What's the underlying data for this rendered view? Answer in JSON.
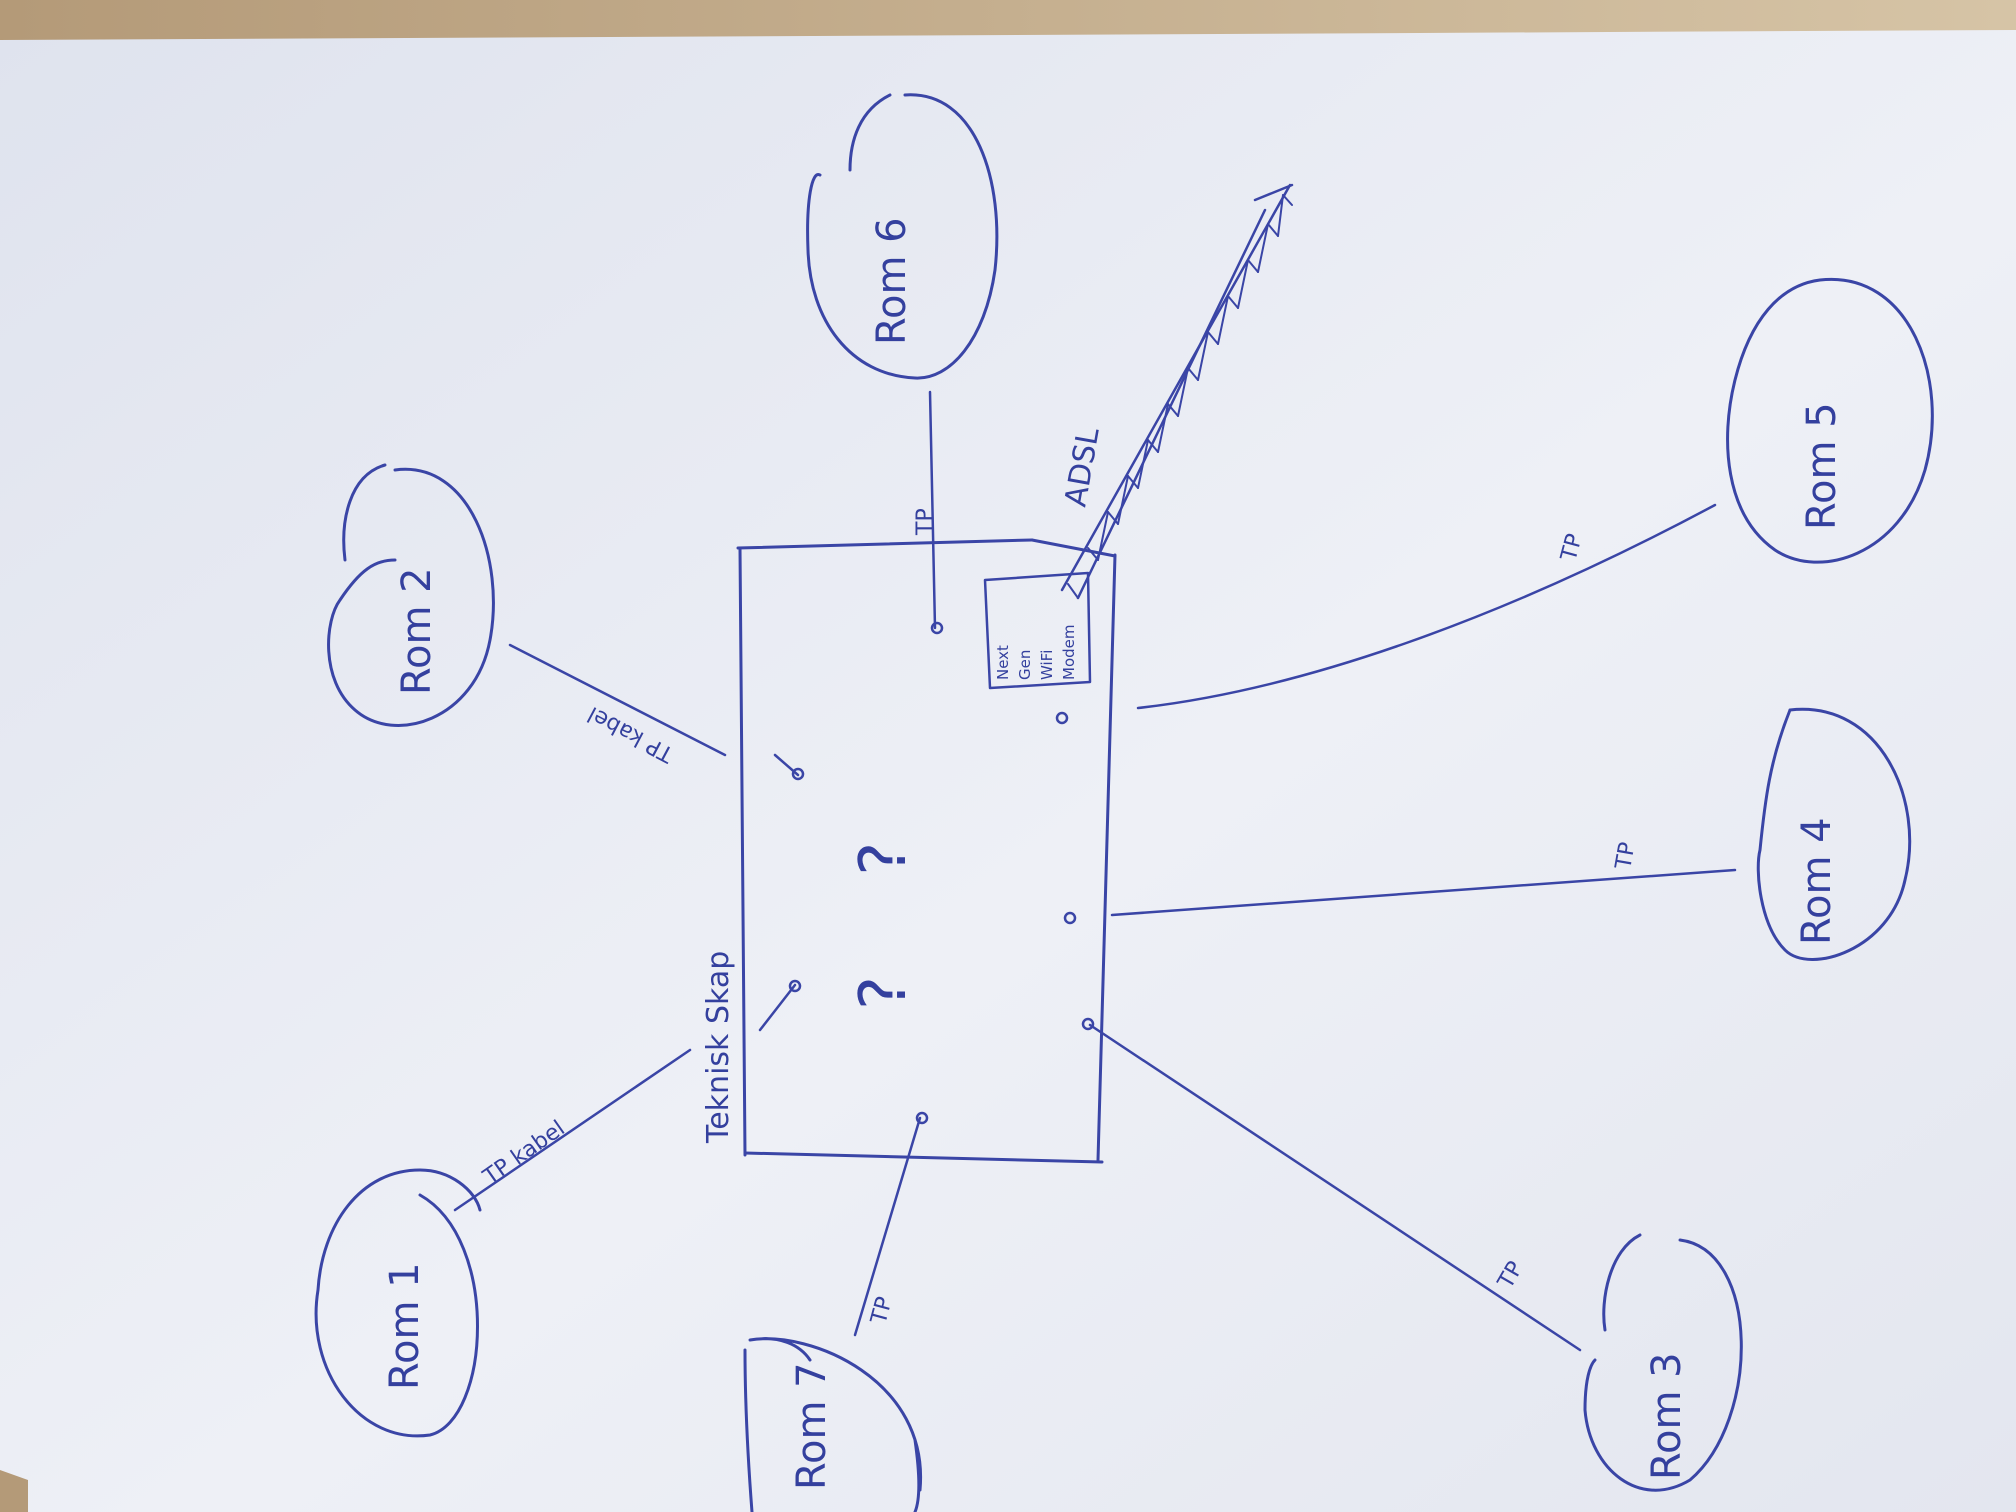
{
  "diagram": {
    "rooms": [
      {
        "id": "rom1",
        "label": "Rom 1"
      },
      {
        "id": "rom2",
        "label": "Rom 2"
      },
      {
        "id": "rom3",
        "label": "Rom 3"
      },
      {
        "id": "rom4",
        "label": "Rom 4"
      },
      {
        "id": "rom5",
        "label": "Rom 5"
      },
      {
        "id": "rom6",
        "label": "Rom 6"
      },
      {
        "id": "rom7",
        "label": "Rom 7"
      }
    ],
    "cabinet": {
      "label": "Teknisk Skap",
      "marks": "? ?"
    },
    "modem": {
      "lines": [
        "Next",
        "Gen",
        "WiFi",
        "Modem"
      ]
    },
    "uplink": {
      "label": "ADSL"
    },
    "cables": {
      "rom1": "TP kabel",
      "rom2": "TP kabel",
      "rom3": "TP",
      "rom4": "TP",
      "rom5": "TP",
      "rom6": "TP",
      "rom7": "TP"
    }
  },
  "colors": {
    "ink": "#3a45a6",
    "paper": "#e9ecf3",
    "table": "#cbb89a"
  }
}
